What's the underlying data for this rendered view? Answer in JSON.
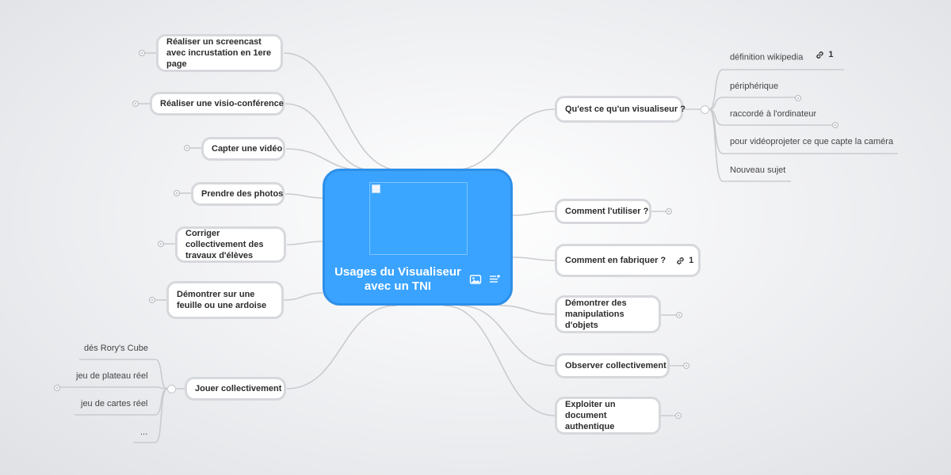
{
  "root": {
    "title": "Usages du Visualiseur avec un TNI",
    "image_icon": "image-icon",
    "notes_icon": "notes-icon"
  },
  "left_nodes": [
    {
      "label": "Réaliser un screencast avec incrustation en 1ere page"
    },
    {
      "label": "Réaliser une visio-conférence"
    },
    {
      "label": "Capter une vidéo"
    },
    {
      "label": "Prendre des photos"
    },
    {
      "label": "Corriger collectivement des travaux d'élèves"
    },
    {
      "label": "Démontrer sur une feuille ou une ardoise"
    },
    {
      "label": "Jouer collectivement"
    }
  ],
  "right_nodes": [
    {
      "label": "Qu'est ce qu'un visualiseur ?"
    },
    {
      "label": "Comment l'utiliser ?"
    },
    {
      "label": "Comment en fabriquer ?",
      "link_count": "1"
    },
    {
      "label": "Démontrer des manipulations d'objets"
    },
    {
      "label": "Observer collectivement"
    },
    {
      "label": "Exploiter un document authentique"
    }
  ],
  "visualiseur_children": [
    {
      "label": "définition wikipedia",
      "link_count": "1"
    },
    {
      "label": "périphérique"
    },
    {
      "label": "raccordé à l'ordinateur"
    },
    {
      "label": "pour vidéoprojeter ce que capte la caméra"
    },
    {
      "label": "Nouveau sujet"
    }
  ],
  "jouer_children": [
    {
      "label": "dés Rory's Cube"
    },
    {
      "label": "jeu de plateau réel"
    },
    {
      "label": "jeu de cartes réel"
    },
    {
      "label": "..."
    }
  ],
  "colors": {
    "root_fill": "#39a3ff",
    "root_border": "#2e8fe8",
    "node_border": "#d6d8dc",
    "connector": "#c9cbcf"
  },
  "icons": {
    "link": "link-icon",
    "collapse_knob": "collapse-knob-icon"
  }
}
